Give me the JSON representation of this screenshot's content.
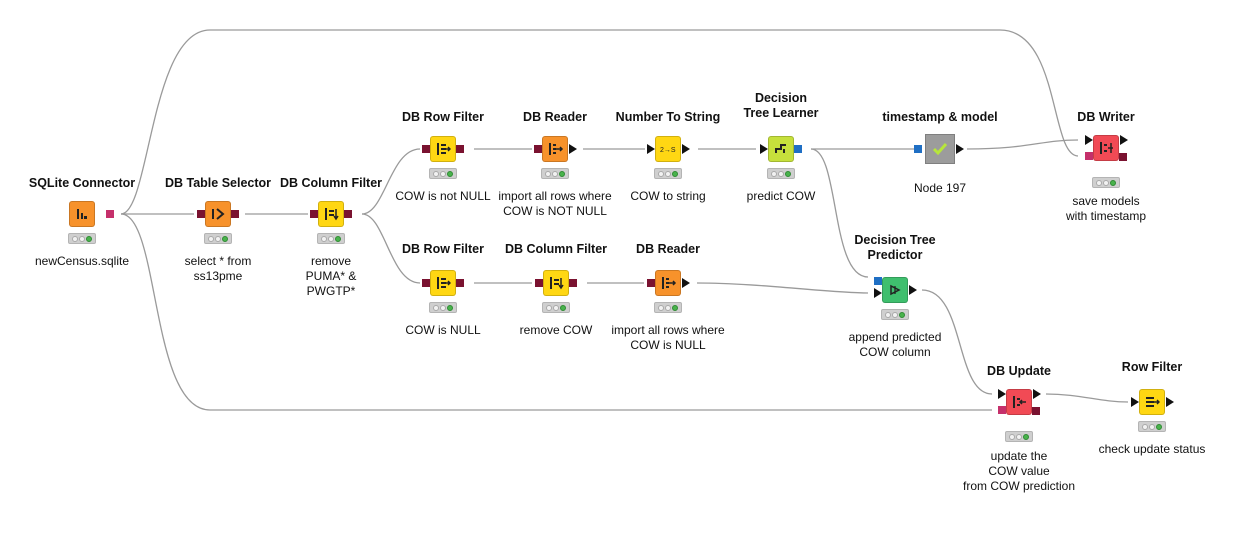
{
  "workflow": {
    "nodes": [
      {
        "id": "sqlite-connector",
        "title": "SQLite Connector",
        "label": "newCensus.sqlite"
      },
      {
        "id": "db-table-selector",
        "title": "DB Table Selector",
        "label": "select * from\nss13pme"
      },
      {
        "id": "db-column-filter-1",
        "title": "DB Column Filter",
        "label": "remove\nPUMA* &\nPWGTP*"
      },
      {
        "id": "db-row-filter-1",
        "title": "DB Row Filter",
        "label": "COW is not NULL"
      },
      {
        "id": "db-reader-1",
        "title": "DB Reader",
        "label": "import all rows where\nCOW is NOT NULL"
      },
      {
        "id": "number-to-string",
        "title": "Number To String",
        "label": "COW to string"
      },
      {
        "id": "decision-tree-learner",
        "title": "Decision\nTree Learner",
        "label": "predict COW"
      },
      {
        "id": "timestamp-model",
        "title": "timestamp & model",
        "label": "Node 197"
      },
      {
        "id": "db-writer",
        "title": "DB Writer",
        "label": "save models\nwith timestamp"
      },
      {
        "id": "db-row-filter-2",
        "title": "DB Row Filter",
        "label": "COW is NULL"
      },
      {
        "id": "db-column-filter-2",
        "title": "DB Column Filter",
        "label": "remove COW"
      },
      {
        "id": "db-reader-2",
        "title": "DB Reader",
        "label": "import all rows where\nCOW is NULL"
      },
      {
        "id": "decision-tree-predictor",
        "title": "Decision Tree\nPredictor",
        "label": "append predicted\nCOW column"
      },
      {
        "id": "db-update",
        "title": "DB Update",
        "label": "update the\nCOW value\nfrom COW prediction"
      },
      {
        "id": "row-filter",
        "title": "Row Filter",
        "label": "check update status"
      }
    ]
  }
}
